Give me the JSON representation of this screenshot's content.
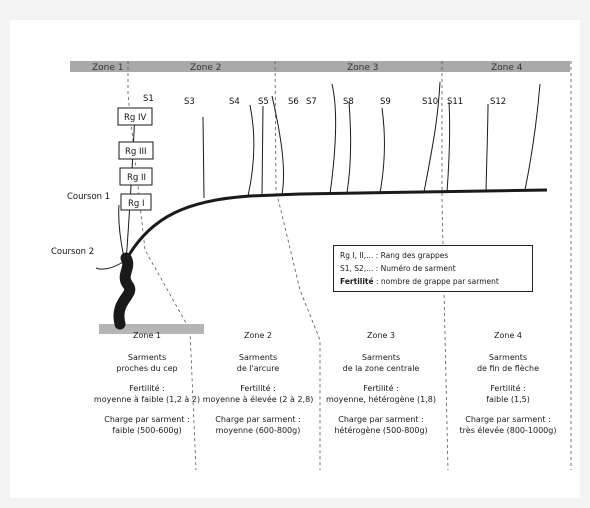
{
  "zones_header": [
    "Zone 1",
    "Zone 2",
    "Zone 3",
    "Zone 4"
  ],
  "sarments": [
    "S1",
    "S3",
    "S4",
    "S5",
    "S6",
    "S7",
    "S8",
    "S9",
    "S10",
    "S11",
    "S12"
  ],
  "ranks": [
    "Rg IV",
    "Rg III",
    "Rg II",
    "Rg I"
  ],
  "coursons": [
    "Courson 1",
    "Courson 2"
  ],
  "legend": {
    "line1_key": "Rg I, II,...",
    "line1_val": ": Rang des grappes",
    "line2_key": "S1, S2,...",
    "line2_val": ": Numéro de sarment",
    "line3_key": "Fertilité",
    "line3_val": ": nombre de grappe par sarment"
  },
  "zones": [
    {
      "title": "Zone 1",
      "desc1": "Sarments",
      "desc2": "proches du cep",
      "fert_label": "Fertilité :",
      "fert_value": "moyenne à faible (1,2 à 2)",
      "charge_label": "Charge par sarment :",
      "charge_value": "faible (500-600g)"
    },
    {
      "title": "Zone 2",
      "desc1": "Sarments",
      "desc2": "de l'arcure",
      "fert_label": "Fertilité :",
      "fert_value": "moyenne à élevée (2 à 2,8)",
      "charge_label": "Charge par sarment :",
      "charge_value": "moyenne (600-800g)"
    },
    {
      "title": "Zone 3",
      "desc1": "Sarments",
      "desc2": "de la zone centrale",
      "fert_label": "Fertilité :",
      "fert_value": "moyenne, hétérogène (1,8)",
      "charge_label": "Charge par sarment :",
      "charge_value": "hétérogène (500-800g)"
    },
    {
      "title": "Zone 4",
      "desc1": "Sarments",
      "desc2": "de fin de flèche",
      "fert_label": "Fertilité :",
      "fert_value": "faible (1,5)",
      "charge_label": "Charge par sarment :",
      "charge_value": "très élevée (800-1000g)"
    }
  ],
  "colors": {
    "header_band": "#a9a9a9",
    "ground": "#b5b5b5",
    "ink": "#1a1a1a"
  }
}
